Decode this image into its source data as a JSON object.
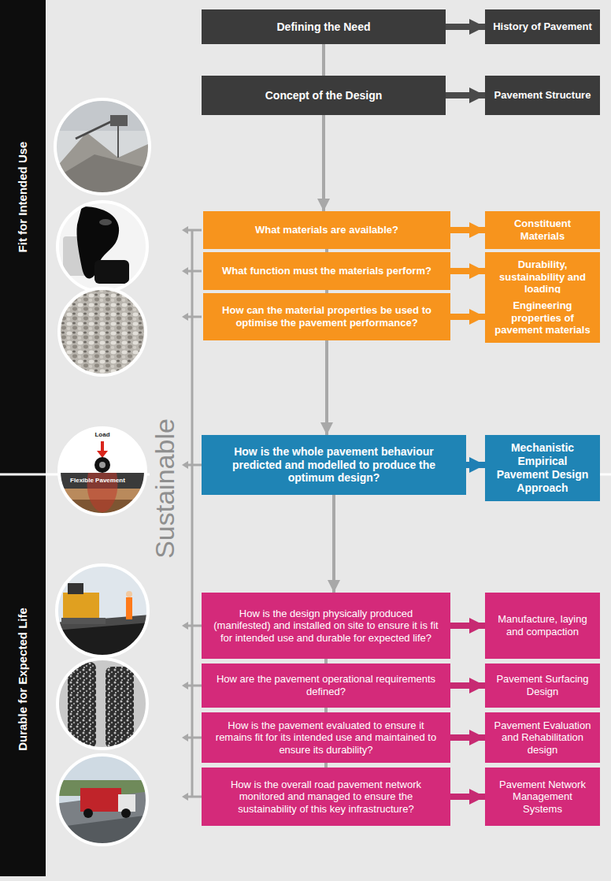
{
  "diagram": {
    "nodes": [
      {
        "text": [
          "Defining the Need"
        ]
      },
      {
        "text": [
          "History of Pavement"
        ]
      },
      {
        "text": [
          "Concept of the Design"
        ]
      },
      {
        "text": [
          "Pavement Structure"
        ]
      },
      {
        "text": [
          "What materials are available?"
        ]
      },
      {
        "text": [
          "Constituent Materials"
        ]
      },
      {
        "text": [
          "What function must the materials perform?"
        ]
      },
      {
        "text": [
          "Durability, sustainability and loading"
        ]
      },
      {
        "text": [
          "How can the material properties be used to optimise the pavement performance?"
        ]
      },
      {
        "text": [
          "Engineering properties of pavement materials"
        ]
      },
      {
        "text": [
          "How is the whole pavement behaviour predicted and modelled to produce the optimum design?"
        ]
      },
      {
        "text": [
          "Mechanistic Empirical Pavement Design Approach"
        ]
      },
      {
        "text": [
          "How is the design physically produced (manifested) and installed on site to ensure it is fit for intended use and durable for expected life?"
        ]
      },
      {
        "text": [
          "Manufacture, laying and compaction"
        ]
      },
      {
        "text": [
          "How are the pavement operational requirements defined?"
        ]
      },
      {
        "text": [
          "Pavement Surfacing Design"
        ]
      },
      {
        "text": [
          "How is the pavement evaluated to ensure it remains fit for its intended use and maintained to ensure its durability?"
        ]
      },
      {
        "text": [
          "Pavement Evaluation and Rehabilitation design"
        ]
      },
      {
        "text": [
          "How is the overall road pavement network monitored and managed to ensure the sustainability of this key infrastructure?"
        ]
      },
      {
        "text": [
          "Pavement Network Management Systems"
        ]
      }
    ],
    "edges": [
      {
        "from": 0,
        "to": 1,
        "arrow": "to"
      },
      {
        "from": 0,
        "to": 2,
        "arrow": "none"
      },
      {
        "from": 2,
        "to": 3,
        "arrow": "to"
      },
      {
        "from": 2,
        "to": 4,
        "arrow": "to"
      },
      {
        "from": 4,
        "to": 5,
        "arrow": "to"
      },
      {
        "from": 4,
        "to": 6,
        "arrow": "none"
      },
      {
        "from": 6,
        "to": 7,
        "arrow": "to"
      },
      {
        "from": 6,
        "to": 8,
        "arrow": "none"
      },
      {
        "from": 8,
        "to": 9,
        "arrow": "to"
      },
      {
        "from": 8,
        "to": 10,
        "arrow": "to"
      },
      {
        "from": 10,
        "to": 11,
        "arrow": "to"
      },
      {
        "from": 10,
        "to": 12,
        "arrow": "to"
      },
      {
        "from": 12,
        "to": 13,
        "arrow": "to"
      },
      {
        "from": 12,
        "to": 14,
        "arrow": "none"
      },
      {
        "from": 14,
        "to": 15,
        "arrow": "to"
      },
      {
        "from": 14,
        "to": 16,
        "arrow": "none"
      },
      {
        "from": 16,
        "to": 17,
        "arrow": "to"
      },
      {
        "from": 16,
        "to": 18,
        "arrow": "none"
      },
      {
        "from": 18,
        "to": 19,
        "arrow": "to"
      }
    ],
    "labels": [
      "Fit for Intended Use",
      "Durable for Expected Life",
      "Sustainable",
      "Load",
      "Flexible Pavement"
    ]
  }
}
